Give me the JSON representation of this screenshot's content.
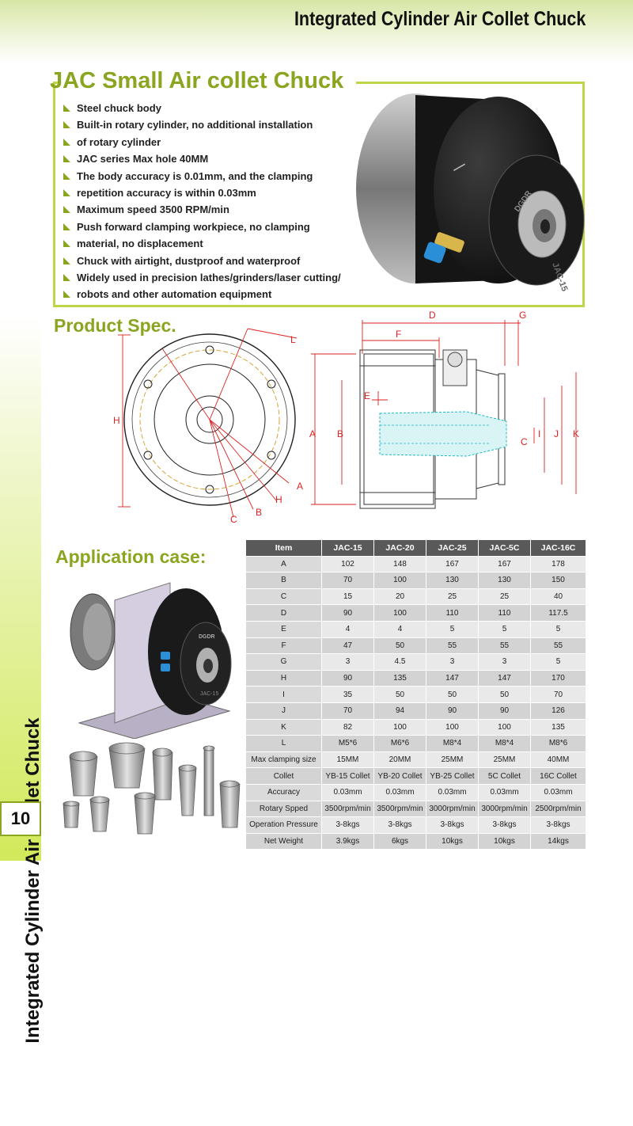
{
  "header": {
    "title": "Integrated Cylinder Air Collet Chuck"
  },
  "sidebar": {
    "title": "Integrated Cylinder Air Collet Chuck",
    "page_number": "10"
  },
  "product": {
    "heading": "JAC Small Air collet Chuck",
    "features": [
      "Steel chuck body",
      "Built-in rotary cylinder, no additional installation",
      "of rotary cylinder",
      "JAC series Max hole 40MM",
      "The body accuracy is 0.01mm, and the clamping",
      "repetition accuracy is within 0.03mm",
      "Maximum speed 3500 RPM/min",
      "Push forward clamping workpiece, no clamping",
      "material, no displacement",
      "Chuck with airtight, dustproof and waterproof",
      "Widely used in precision lathes/grinders/laser cutting/",
      "robots and other automation equipment"
    ],
    "photo_label": "JAC-15",
    "photo_brand": "DGDR"
  },
  "spec": {
    "heading": "Product Spec.",
    "front_labels": {
      "L": "L",
      "H": "H",
      "A": "A",
      "Hr": "H",
      "B": "B",
      "C": "C"
    },
    "side_labels": {
      "D": "D",
      "G": "G",
      "F": "F",
      "E": "E",
      "A": "A",
      "B": "B",
      "C": "C",
      "I": "I",
      "J": "J",
      "K": "K"
    }
  },
  "application": {
    "heading": "Application case:",
    "photo_brand": "DGDR",
    "photo_label": "JAC-15"
  },
  "table": {
    "header": [
      "Item",
      "JAC-15",
      "JAC-20",
      "JAC-25",
      "JAC-5C",
      "JAC-16C"
    ],
    "rows": [
      [
        "A",
        "102",
        "148",
        "167",
        "167",
        "178"
      ],
      [
        "B",
        "70",
        "100",
        "130",
        "130",
        "150"
      ],
      [
        "C",
        "15",
        "20",
        "25",
        "25",
        "40"
      ],
      [
        "D",
        "90",
        "100",
        "110",
        "110",
        "117.5"
      ],
      [
        "E",
        "4",
        "4",
        "5",
        "5",
        "5"
      ],
      [
        "F",
        "47",
        "50",
        "55",
        "55",
        "55"
      ],
      [
        "G",
        "3",
        "4.5",
        "3",
        "3",
        "5"
      ],
      [
        "H",
        "90",
        "135",
        "147",
        "147",
        "170"
      ],
      [
        "I",
        "35",
        "50",
        "50",
        "50",
        "70"
      ],
      [
        "J",
        "70",
        "94",
        "90",
        "90",
        "126"
      ],
      [
        "K",
        "82",
        "100",
        "100",
        "100",
        "135"
      ],
      [
        "L",
        "M5*6",
        "M6*6",
        "M8*4",
        "M8*4",
        "M8*6"
      ],
      [
        "Max clamping size",
        "15MM",
        "20MM",
        "25MM",
        "25MM",
        "40MM"
      ],
      [
        "Collet",
        "YB-15 Collet",
        "YB-20 Collet",
        "YB-25 Collet",
        "5C Collet",
        "16C Collet"
      ],
      [
        "Accuracy",
        "0.03mm",
        "0.03mm",
        "0.03mm",
        "0.03mm",
        "0.03mm"
      ],
      [
        "Rotary Spped",
        "3500rpm/min",
        "3500rpm/min",
        "3000rpm/min",
        "3000rpm/min",
        "2500rpm/min"
      ],
      [
        "Operation Pressure",
        "3-8kgs",
        "3-8kgs",
        "3-8kgs",
        "3-8kgs",
        "3-8kgs"
      ],
      [
        "Net Weight",
        "3.9kgs",
        "6kgs",
        "10kgs",
        "10kgs",
        "14kgs"
      ]
    ]
  }
}
